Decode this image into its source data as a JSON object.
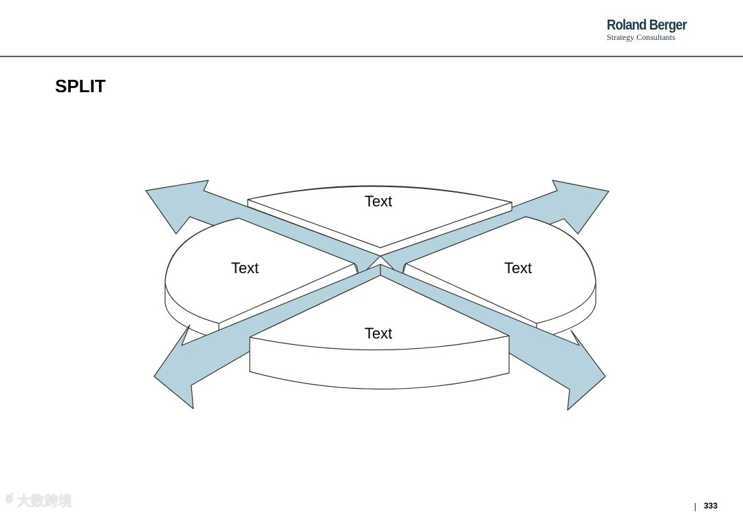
{
  "header": {
    "logo_name": "Roland Berger",
    "logo_tagline": "Strategy Consultants"
  },
  "slide": {
    "title": "SPLIT",
    "page_number": "333"
  },
  "diagram": {
    "segments": [
      {
        "position": "top",
        "label": "Text"
      },
      {
        "position": "left",
        "label": "Text"
      },
      {
        "position": "right",
        "label": "Text"
      },
      {
        "position": "bottom",
        "label": "Text"
      }
    ],
    "colors": {
      "arrow_fill": "#b6d2dd",
      "outline": "#333333",
      "segment_fill": "#ffffff"
    }
  },
  "watermark": {
    "icon": "camera-logo-icon",
    "text": "大数跨境"
  }
}
